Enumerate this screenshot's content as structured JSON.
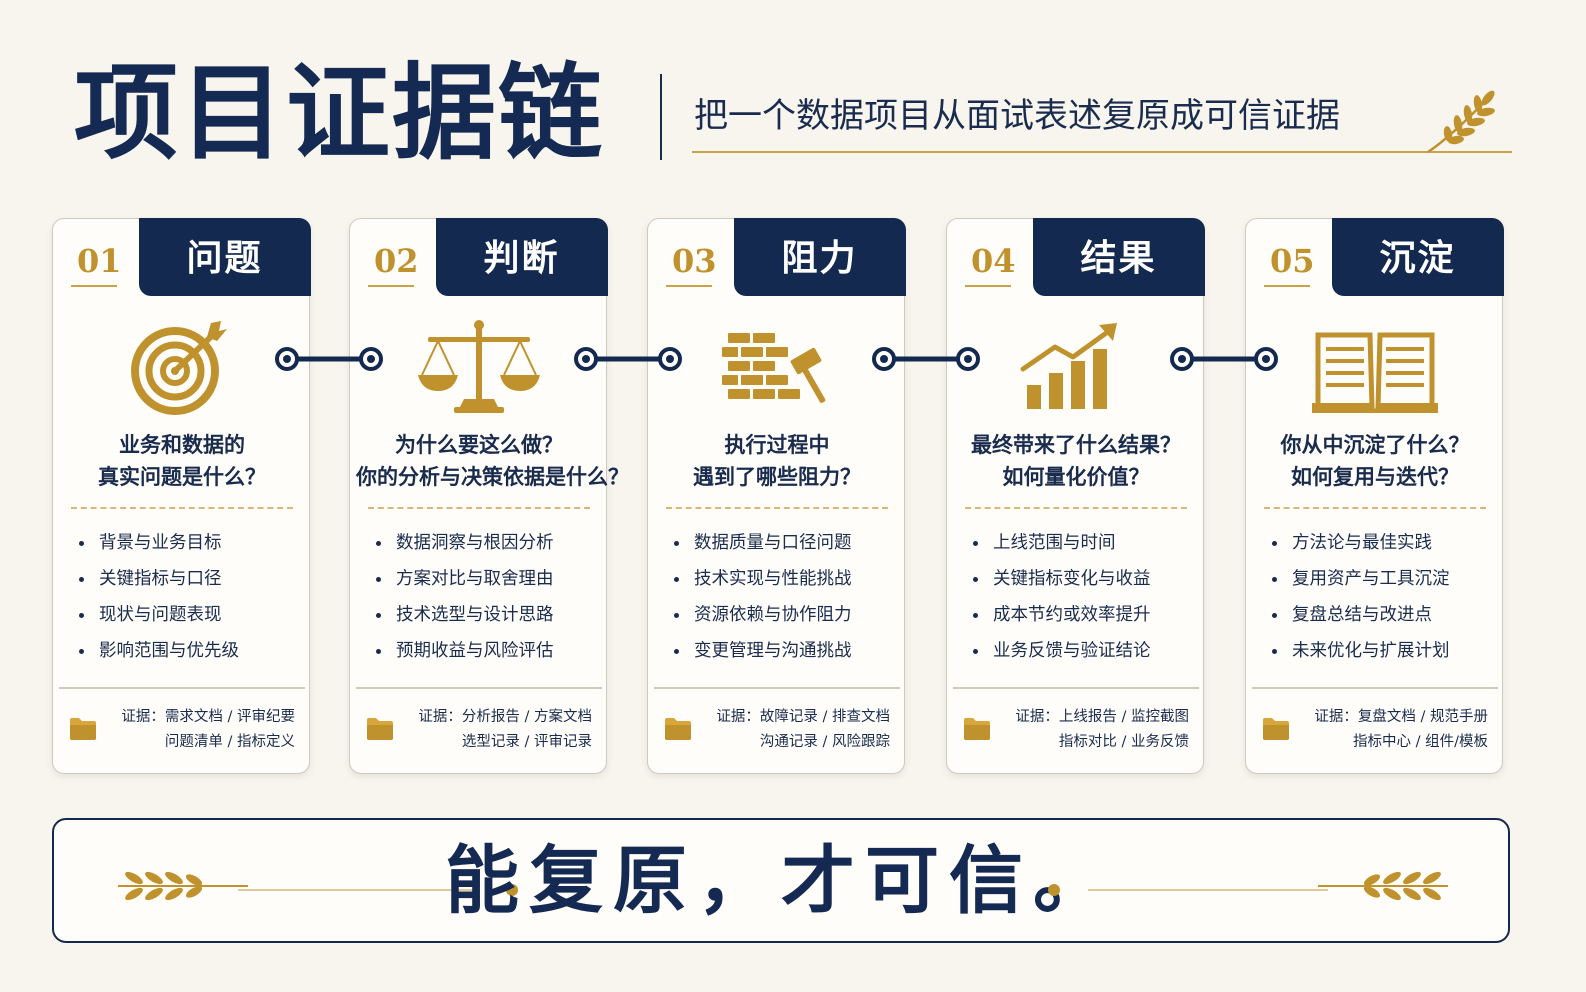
{
  "header": {
    "title": "项目证据链",
    "subtitle": "把一个数据项目从面试表述复原成可信证据"
  },
  "colors": {
    "navy": "#14294f",
    "gold": "#c0922e",
    "background": "#f8f5ee"
  },
  "steps": [
    {
      "number": "01",
      "title": "问题",
      "icon": "target-icon",
      "question": [
        "业务和数据的",
        "真实问题是什么？"
      ],
      "items": [
        "背景与业务目标",
        "关键指标与口径",
        "现状与问题表现",
        "影响范围与优先级"
      ],
      "evidence": [
        "证据：需求文档 / 评审纪要",
        "问题清单 / 指标定义"
      ]
    },
    {
      "number": "02",
      "title": "判断",
      "icon": "scales-icon",
      "question": [
        "为什么要这么做？",
        "你的分析与决策依据是什么？"
      ],
      "items": [
        "数据洞察与根因分析",
        "方案对比与取舍理由",
        "技术选型与设计思路",
        "预期收益与风险评估"
      ],
      "evidence": [
        "证据：分析报告 / 方案文档",
        "选型记录 / 评审记录"
      ]
    },
    {
      "number": "03",
      "title": "阻力",
      "icon": "brick-wall-hammer-icon",
      "question": [
        "执行过程中",
        "遇到了哪些阻力？"
      ],
      "items": [
        "数据质量与口径问题",
        "技术实现与性能挑战",
        "资源依赖与协作阻力",
        "变更管理与沟通挑战"
      ],
      "evidence": [
        "证据：故障记录 / 排查文档",
        "沟通记录 / 风险跟踪"
      ]
    },
    {
      "number": "04",
      "title": "结果",
      "icon": "growth-chart-icon",
      "question": [
        "最终带来了什么结果？",
        "如何量化价值？"
      ],
      "items": [
        "上线范围与时间",
        "关键指标变化与收益",
        "成本节约或效率提升",
        "业务反馈与验证结论"
      ],
      "evidence": [
        "证据：上线报告 / 监控截图",
        "指标对比 / 业务反馈"
      ]
    },
    {
      "number": "05",
      "title": "沉淀",
      "icon": "open-book-icon",
      "question": [
        "你从中沉淀了什么？",
        "如何复用与迭代？"
      ],
      "items": [
        "方法论与最佳实践",
        "复用资产与工具沉淀",
        "复盘总结与改进点",
        "未来优化与扩展计划"
      ],
      "evidence": [
        "证据：复盘文档 / 规范手册",
        "指标中心 / 组件/模板"
      ]
    }
  ],
  "banner": {
    "text": "能复原，才可信。"
  }
}
